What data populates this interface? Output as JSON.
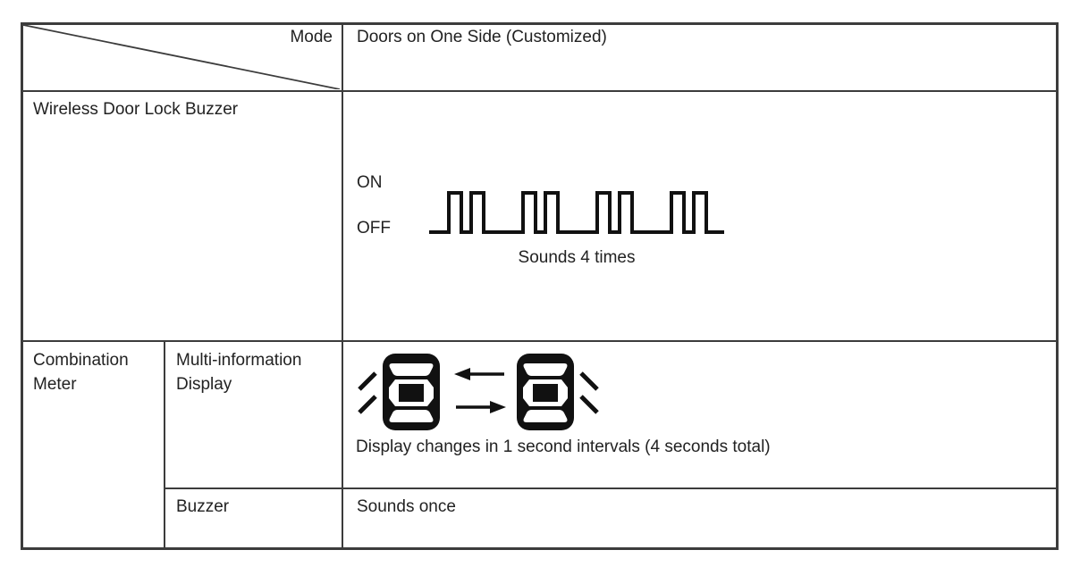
{
  "header": {
    "corner_label": "Mode",
    "mode_value": "Doors on One Side (Customized)"
  },
  "wireless": {
    "label": "Wireless Door Lock Buzzer",
    "on_label": "ON",
    "off_label": "OFF",
    "caption": "Sounds 4 times",
    "pattern": {
      "beeps": 4,
      "pulses_per_beep": 2
    }
  },
  "meter": {
    "label": "Combination Meter",
    "display": {
      "label": "Multi-information Display",
      "caption": "Display changes in 1 second intervals (4 seconds total)"
    },
    "buzzer": {
      "label": "Buzzer",
      "value": "Sounds once"
    }
  },
  "icons": {
    "car_left": "car-top-view-left-door-signal",
    "car_right": "car-top-view-right-door-signal",
    "arrow_top": "arrow-left",
    "arrow_bottom": "arrow-right",
    "waveform": "buzzer-timing-square-wave",
    "diagonal": "header-diagonal-divider"
  },
  "colors": {
    "border": "#3c3c3c",
    "text": "#222222",
    "icon_fill": "#111111",
    "background": "#ffffff"
  }
}
